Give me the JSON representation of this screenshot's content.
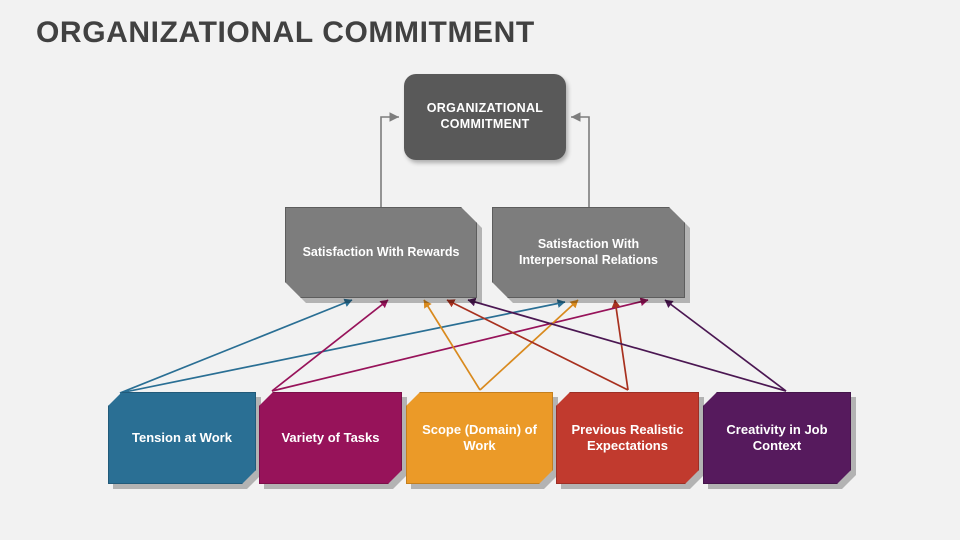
{
  "slide": {
    "title": "ORGANIZATIONAL COMMITMENT",
    "background_color": "#f2f2f2",
    "title_color": "#414141"
  },
  "diagram": {
    "type": "hierarchy-influence-diagram",
    "outcome": {
      "id": "organizational-commitment",
      "label": "ORGANIZATIONAL COMMITMENT",
      "color": "#595959",
      "shape": "rounded-rectangle"
    },
    "mediators": [
      {
        "id": "satisfaction-with-rewards",
        "label": "Satisfaction With Rewards",
        "color": "#7d7d7d",
        "shape": "chamfered-pentagon"
      },
      {
        "id": "satisfaction-with-interpersonal-relations",
        "label": "Satisfaction With Interpersonal Relations",
        "color": "#7d7d7d",
        "shape": "chamfered-pentagon"
      }
    ],
    "drivers": [
      {
        "id": "tension-at-work",
        "label": "Tension at Work",
        "color": "#2a6f94",
        "shape": "chamfered-pentagon"
      },
      {
        "id": "variety-of-tasks",
        "label": "Variety of Tasks",
        "color": "#97135a",
        "shape": "chamfered-pentagon"
      },
      {
        "id": "scope-domain-of-work",
        "label": "Scope (Domain) of Work",
        "color": "#eb9a28",
        "shape": "chamfered-pentagon"
      },
      {
        "id": "previous-realistic-expectations",
        "label": "Previous Realistic Expectations",
        "color": "#c13a2e",
        "shape": "chamfered-pentagon"
      },
      {
        "id": "creativity-in-job-context",
        "label": "Creativity in Job Context",
        "color": "#561a5d",
        "shape": "chamfered-pentagon"
      }
    ],
    "connector_color": "#7d7d7d",
    "edges": [
      {
        "from": "satisfaction-with-rewards",
        "to": "organizational-commitment",
        "color": "#7d7d7d"
      },
      {
        "from": "satisfaction-with-interpersonal-relations",
        "to": "organizational-commitment",
        "color": "#7d7d7d"
      },
      {
        "from": "tension-at-work",
        "to": "satisfaction-with-rewards",
        "color": "#2a6f94"
      },
      {
        "from": "tension-at-work",
        "to": "satisfaction-with-interpersonal-relations",
        "color": "#2a6f94"
      },
      {
        "from": "variety-of-tasks",
        "to": "satisfaction-with-rewards",
        "color": "#97135a"
      },
      {
        "from": "variety-of-tasks",
        "to": "satisfaction-with-interpersonal-relations",
        "color": "#97135a"
      },
      {
        "from": "scope-domain-of-work",
        "to": "satisfaction-with-rewards",
        "color": "#eb9a28"
      },
      {
        "from": "scope-domain-of-work",
        "to": "satisfaction-with-interpersonal-relations",
        "color": "#eb9a28"
      },
      {
        "from": "previous-realistic-expectations",
        "to": "satisfaction-with-rewards",
        "color": "#c13a2e"
      },
      {
        "from": "previous-realistic-expectations",
        "to": "satisfaction-with-interpersonal-relations",
        "color": "#c13a2e"
      },
      {
        "from": "creativity-in-job-context",
        "to": "satisfaction-with-rewards",
        "color": "#561a5d"
      },
      {
        "from": "creativity-in-job-context",
        "to": "satisfaction-with-interpersonal-relations",
        "color": "#561a5d"
      }
    ]
  }
}
